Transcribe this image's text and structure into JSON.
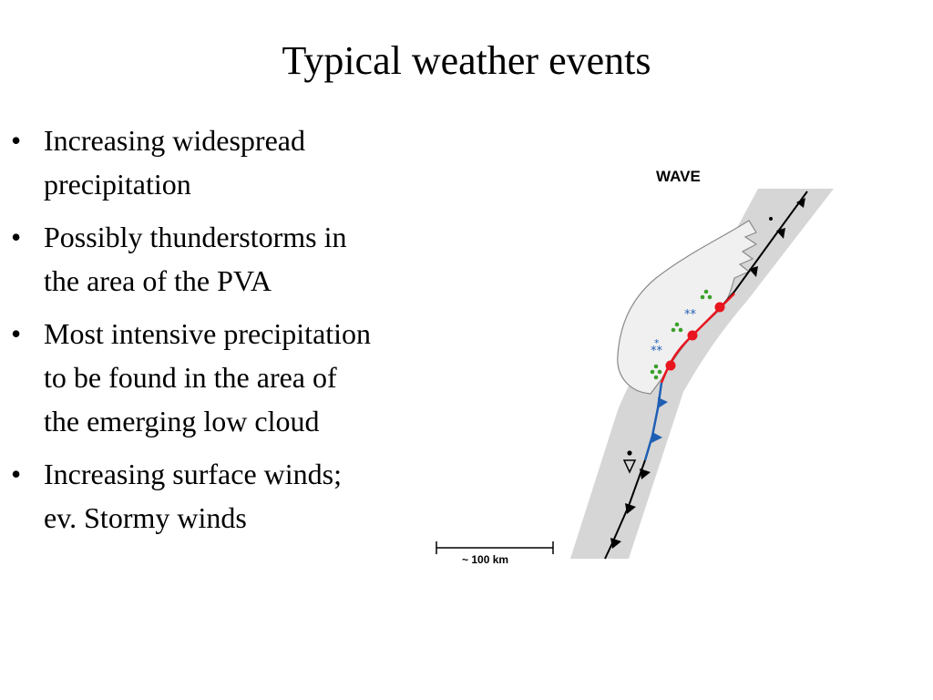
{
  "slide": {
    "title": "Typical weather events",
    "bullet_glyph": "•",
    "bullets": [
      "Increasing widespread precipitation",
      "Possibly thunderstorms in the area of the PVA",
      "Most intensive precipitation to be found in the area of the emerging low cloud",
      "Increasing surface winds; ev. Stormy winds"
    ]
  },
  "diagram": {
    "label": "WAVE",
    "scale_label": "~ 100 km",
    "colors": {
      "cloud_band": "#d6d6d6",
      "low_cloud": "#f0f0f0",
      "cold_front": "#000000",
      "warm_front": "#e8141e",
      "secondary_cold_front": "#1f5fb4",
      "rain_symbol": "#3aa02a",
      "snow_symbol": "#1f5fb4"
    },
    "icons": [
      "cold-front-triangle-icon",
      "warm-front-semicircle-icon",
      "rain-dots-icon",
      "snow-asterisk-icon",
      "shower-symbol-icon"
    ]
  }
}
